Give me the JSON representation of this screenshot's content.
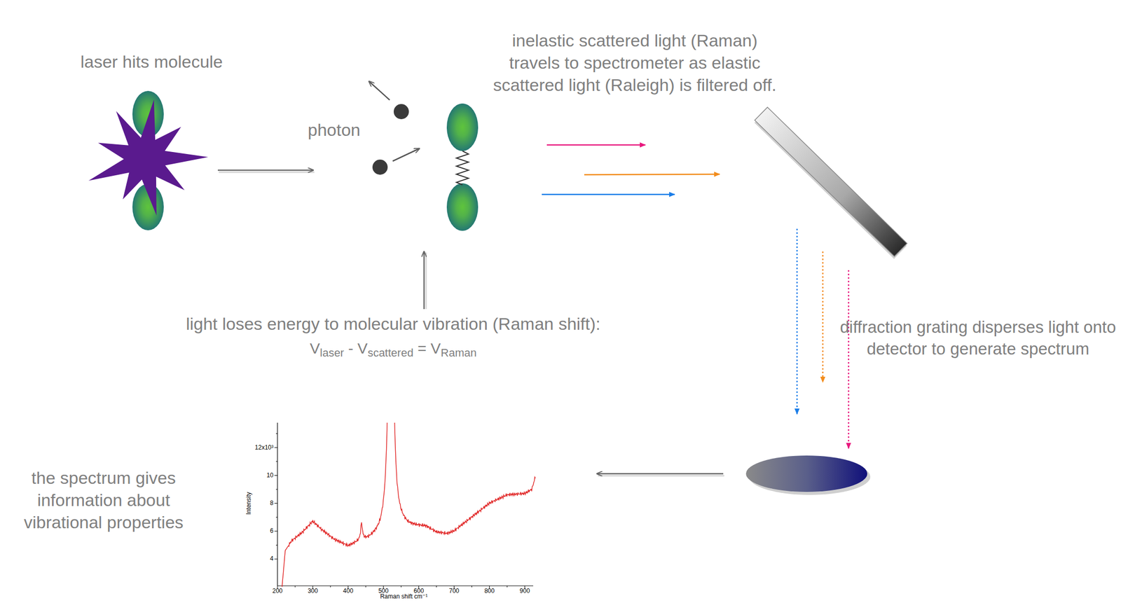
{
  "diagram": {
    "labels": [
      "laser hits molecule",
      "photon",
      "inelastic scattered light (Raman) travels to spectrometer as elastic scattered light (Raleigh) is filtered off.",
      "light loses energy to molecular vibration (Raman shift):",
      "V",
      "laser",
      " - V",
      "scattered",
      " = V",
      "Raman",
      "diffraction grating disperses light onto detector to generate spectrum",
      "the spectrum gives information about vibrational properties",
      "12x10³",
      "10",
      "8",
      "6",
      "4",
      "200",
      "300",
      "400",
      "500",
      "600",
      "700",
      "800",
      "900",
      "Intensity",
      "Raman shift cm⁻¹"
    ]
  }
}
